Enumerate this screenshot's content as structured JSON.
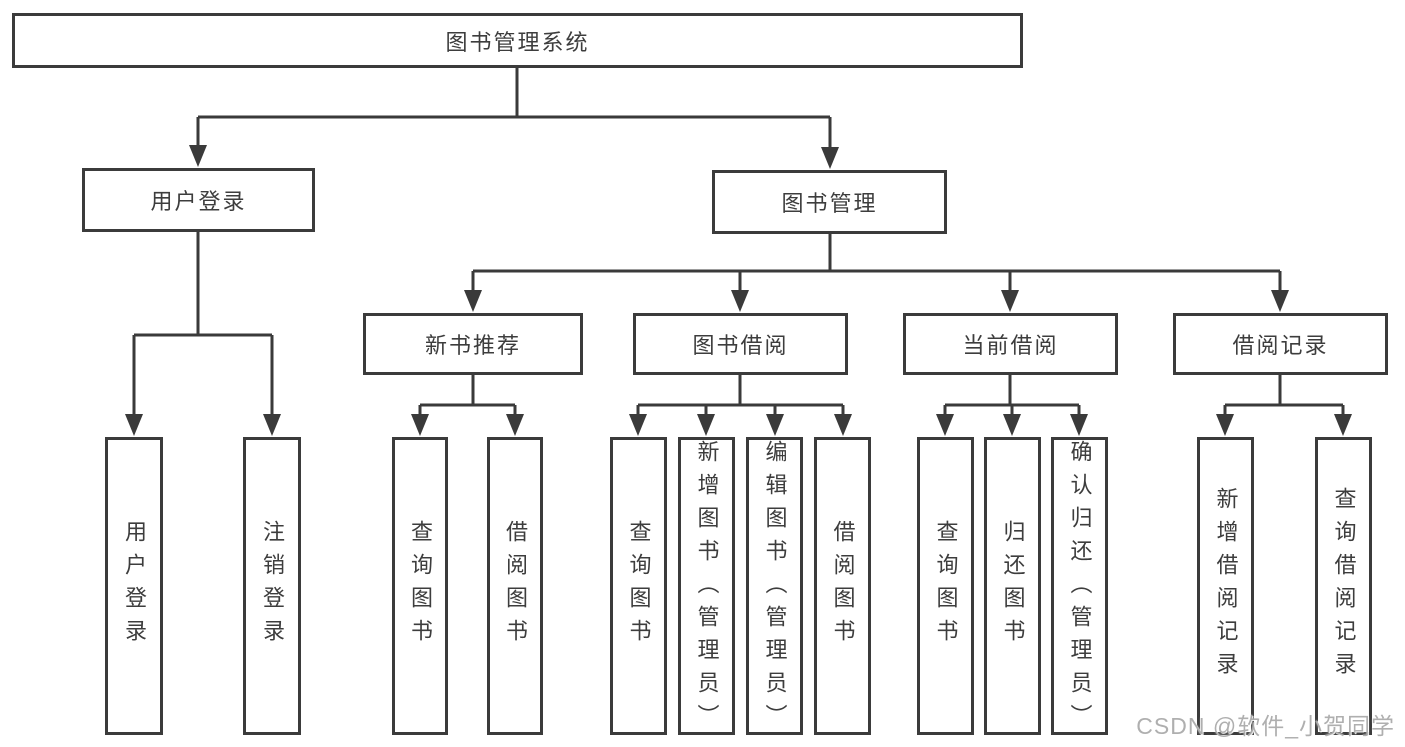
{
  "page": {
    "background": "#ffffff",
    "line_color": "#3a3a3a",
    "box_border_color": "#3b3b3b",
    "text_color": "#3d3d3d",
    "watermark_color": "#a8a8a8"
  },
  "root": {
    "label": "图书管理系统"
  },
  "tree": {
    "branches": [
      {
        "label": "用户登录",
        "leaves": [
          {
            "label": "用户登录"
          },
          {
            "label": "注销登录"
          }
        ]
      },
      {
        "label": "图书管理",
        "groups": [
          {
            "label": "新书推荐",
            "leaves": [
              {
                "label": "查询图书"
              },
              {
                "label": "借阅图书"
              }
            ]
          },
          {
            "label": "图书借阅",
            "leaves": [
              {
                "label": "查询图书"
              },
              {
                "label": "新增图书（管理员）"
              },
              {
                "label": "编辑图书（管理员）"
              },
              {
                "label": "借阅图书"
              }
            ]
          },
          {
            "label": "当前借阅",
            "leaves": [
              {
                "label": "查询图书"
              },
              {
                "label": "归还图书"
              },
              {
                "label": "确认归还（管理员）"
              }
            ]
          },
          {
            "label": "借阅记录",
            "leaves": [
              {
                "label": "新增借阅记录"
              },
              {
                "label": "查询借阅记录"
              }
            ]
          }
        ]
      }
    ]
  },
  "watermark": {
    "text": "CSDN @软件_小贺同学"
  }
}
